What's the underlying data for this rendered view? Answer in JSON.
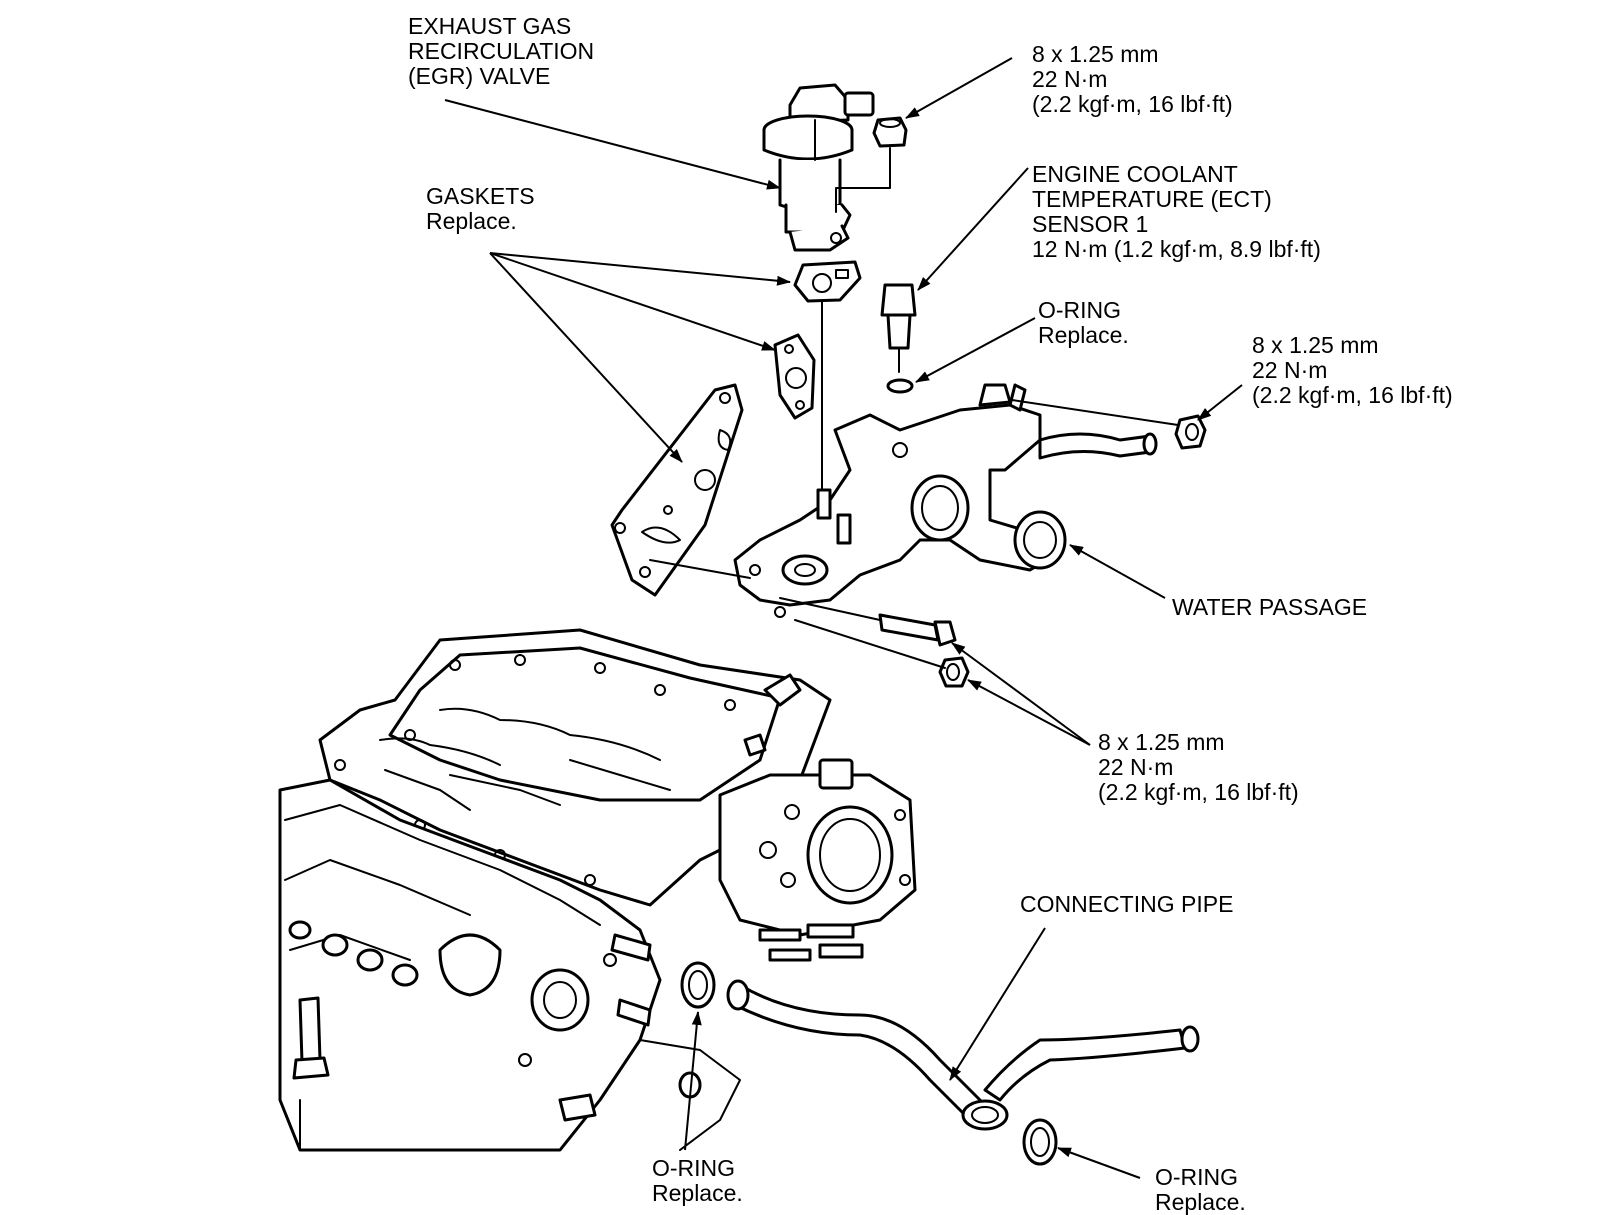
{
  "labels": {
    "egr_valve": [
      "EXHAUST GAS",
      "RECIRCULATION",
      "(EGR) VALVE"
    ],
    "egr_nut_spec": [
      "8 x 1.25 mm",
      "22 N·m",
      "(2.2 kgf·m, 16 lbf·ft)"
    ],
    "gaskets": [
      "GASKETS",
      "Replace."
    ],
    "ect_sensor": [
      "ENGINE COOLANT",
      "TEMPERATURE (ECT)",
      "SENSOR 1",
      "12 N·m (1.2 kgf·m, 8.9 lbf·ft)"
    ],
    "oring_top": [
      "O-RING",
      "Replace."
    ],
    "water_passage_nut_spec": [
      "8 x 1.25 mm",
      "22 N·m",
      "(2.2 kgf·m, 16 lbf·ft)"
    ],
    "water_passage": [
      "WATER PASSAGE"
    ],
    "bolt_nut_spec": [
      "8 x 1.25 mm",
      "22 N·m",
      "(2.2 kgf·m, 16 lbf·ft)"
    ],
    "connecting_pipe": [
      "CONNECTING PIPE"
    ],
    "oring_bottom_left": [
      "O-RING",
      "Replace."
    ],
    "oring_bottom_right": [
      "O-RING",
      "Replace."
    ]
  }
}
